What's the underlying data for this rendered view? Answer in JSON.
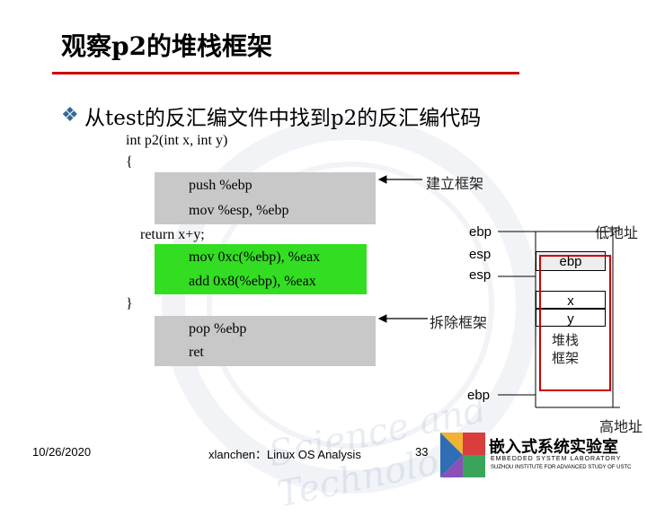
{
  "title": "观察p2的堆栈框架",
  "bullet": {
    "icon": "diamond-bullet-icon",
    "text": "从test的反汇编文件中找到p2的反汇编代码"
  },
  "code": {
    "signature": "int p2(int x, int y)",
    "open_brace": "{",
    "push": "push %ebp",
    "mov": "mov %esp, %ebp",
    "return": "return x+y;",
    "mov2": "mov 0xc(%ebp), %eax",
    "add": "add 0x8(%ebp), %eax",
    "close_brace": "}",
    "pop": "pop %ebp",
    "ret": "ret"
  },
  "labels": {
    "setup_frame": "建立框架",
    "teardown_frame": "拆除框架",
    "low_addr": "低地址",
    "high_addr": "高地址",
    "ebp_top": "ebp",
    "esp_mid": "esp",
    "esp_low": "esp",
    "ebp_bottom": "ebp"
  },
  "stack": {
    "ebp_cell": "ebp",
    "x_cell": "x",
    "y_cell": "y",
    "frame_label_1": "堆栈",
    "frame_label_2": "框架",
    "outline_color": "#cc0000"
  },
  "footer": {
    "date": "10/26/2020",
    "author": "xlanchen：Linux OS Analysis",
    "page": "33",
    "lab_name": "嵌入式系统实验室",
    "lab_name_en_1": "EMBEDDED SYSTEM LABORATORY",
    "lab_name_en_2": "SUZHOU INSTITUTE FOR ADVANCED STUDY OF USTC"
  },
  "colors": {
    "title_underline": "#cc0000",
    "bullet": "#336699",
    "code_highlight_gray": "#c8c8c8",
    "code_highlight_green": "#33dd22"
  }
}
